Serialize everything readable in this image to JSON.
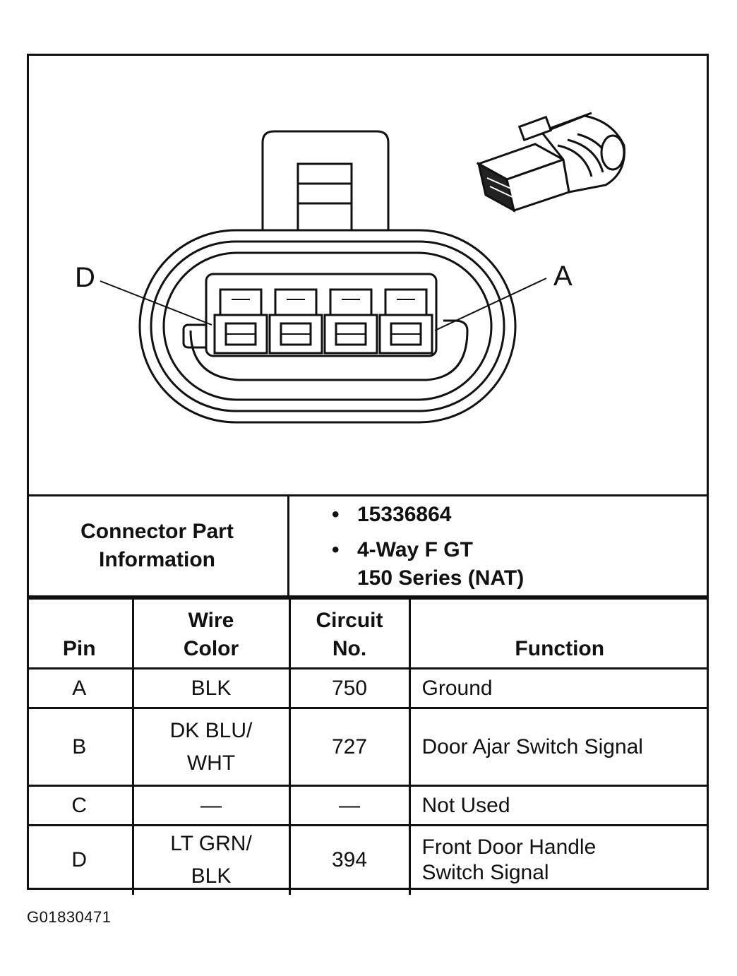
{
  "diagram": {
    "pin_label_left": "D",
    "pin_label_right": "A",
    "icons": [
      "connector-face-drawing",
      "connector-3d-drawing"
    ]
  },
  "connector_info": {
    "label": "Connector Part\nInformation",
    "items": [
      "15336864",
      "4-Way F GT\n150 Series (NAT)"
    ]
  },
  "table": {
    "headers": [
      "Pin",
      "Wire\nColor",
      "Circuit\nNo.",
      "Function"
    ],
    "rows": [
      {
        "pin": "A",
        "wire_color": "BLK",
        "circuit": "750",
        "function": "Ground"
      },
      {
        "pin": "B",
        "wire_color": "DK BLU/\nWHT",
        "circuit": "727",
        "function": "Door Ajar Switch Signal"
      },
      {
        "pin": "C",
        "wire_color": "—",
        "circuit": "—",
        "function": "Not Used"
      },
      {
        "pin": "D",
        "wire_color": "LT GRN/\nBLK",
        "circuit": "394",
        "function": "Front Door Handle\nSwitch Signal"
      }
    ]
  },
  "figure_id": "G01830471"
}
